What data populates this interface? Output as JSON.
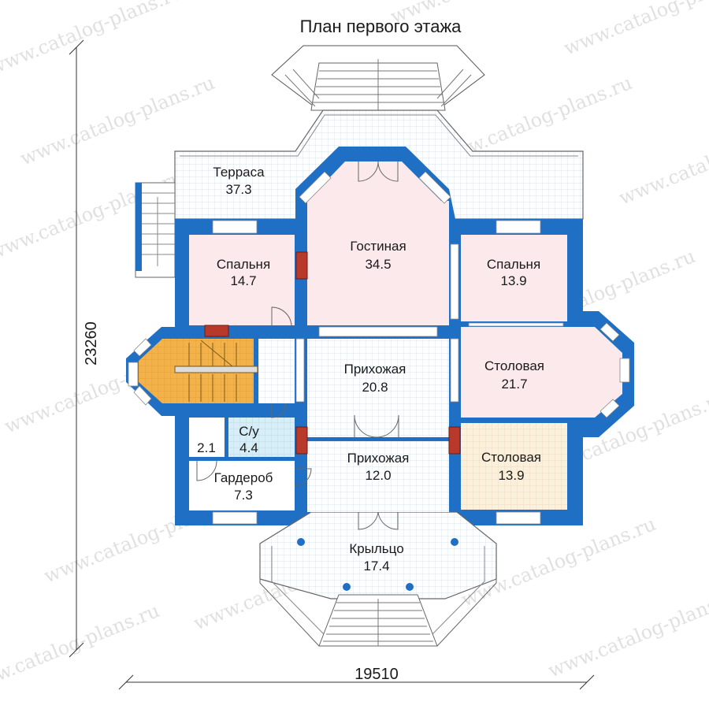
{
  "title": "План первого этажа",
  "dimensions": {
    "width": "19510",
    "height": "23260"
  },
  "rooms": [
    {
      "name": "Терраса",
      "area": "37.3"
    },
    {
      "name": "Гостиная",
      "area": "34.5"
    },
    {
      "name": "Спальня",
      "area": "14.7"
    },
    {
      "name": "Спальня",
      "area": "13.9"
    },
    {
      "name": "Прихожая",
      "area": "20.8"
    },
    {
      "name": "Столовая",
      "area": "21.7"
    },
    {
      "name": "С/у",
      "area": "4.4"
    },
    {
      "name": "",
      "area": "2.1"
    },
    {
      "name": "Прихожая",
      "area": "12.0"
    },
    {
      "name": "Столовая",
      "area": "13.9"
    },
    {
      "name": "Гардероб",
      "area": "7.3"
    },
    {
      "name": "Крыльцо",
      "area": "17.4"
    }
  ],
  "watermark": "www.catalog-plans.ru",
  "colors": {
    "wall": "#1f6fc4",
    "bedroom": "#fbe9ec",
    "living": "#fbe9ec",
    "dining_small": "#fbf0dc",
    "stair": "#f3b24a",
    "bathroom": "#d8eef6",
    "tile_line": "#c9dbe9",
    "chimney": "#b8382a"
  }
}
